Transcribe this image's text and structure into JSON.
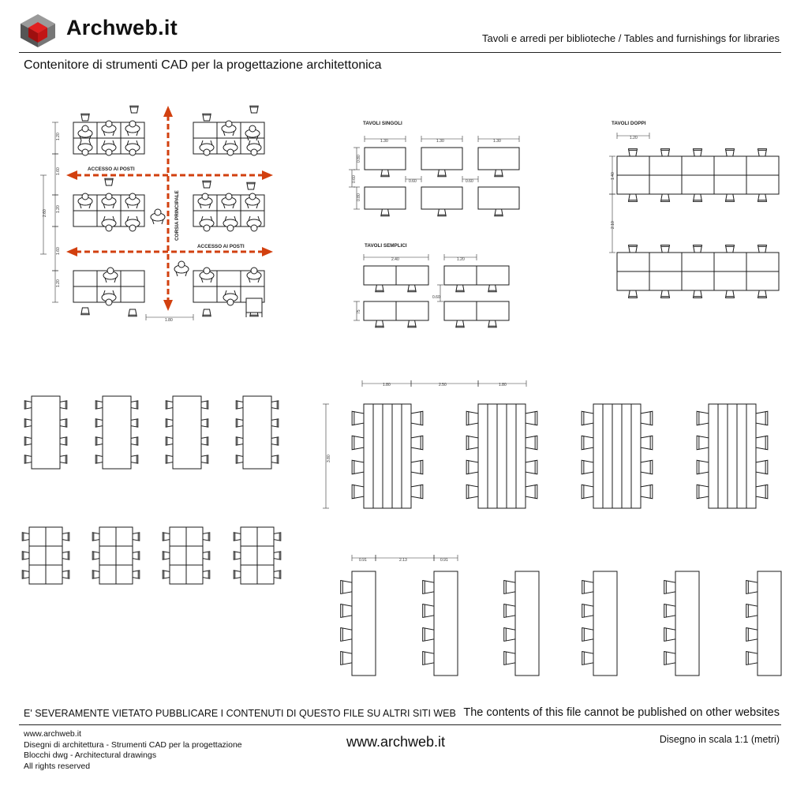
{
  "header": {
    "logo_text": "Archweb.it",
    "right_title": "Tavoli e arredi per biblioteche  /  Tables and furnishings for libraries",
    "subtitle": "Contenitore di strumenti CAD per la progettazione architettonica"
  },
  "plan": {
    "corsia": "CORSIA PRINCIPALE",
    "accesso_top": "ACCESSO AI POSTI",
    "accesso_bottom": "ACCESSO AI POSTI",
    "dims_v": [
      "1.20",
      "1.60",
      "1.20",
      "2.60",
      "1.60",
      "1.20"
    ],
    "dim_bottom": "1.80",
    "arrow_color": "#d2400f"
  },
  "labels": {
    "tavoli_singoli": "TAVOLI SINGOLI",
    "tavoli_doppi": "TAVOLI DOPPI",
    "tavoli_semplici": "TAVOLI SEMPLICI"
  },
  "dims": {
    "singoli_w": [
      "1.30",
      "1.30",
      "1.30"
    ],
    "singoli_h": [
      "0.80",
      "0.60",
      "0.80"
    ],
    "singoli_gap": [
      "0.60",
      "0.60"
    ],
    "doppi_w": "1.20",
    "doppi_h": [
      "1.40",
      "2.10"
    ],
    "semplici_w": [
      "2.40",
      "1.20"
    ],
    "semplici_h": [
      "0.60",
      "75"
    ],
    "big_tables": [
      "1.80",
      "2.50",
      "1.80"
    ],
    "big_h": "3.80",
    "narrow_tables": [
      "0.91",
      "2.13",
      "0.91"
    ]
  },
  "footer": {
    "warning_it": "E' SEVERAMENTE VIETATO PUBBLICARE I CONTENUTI DI QUESTO FILE SU ALTRI SITI WEB",
    "warning_en": "The contents of this file cannot be published on other websites",
    "left_lines": [
      "www.archweb.it",
      "Disegni di architettura - Strumenti CAD  per la progettazione",
      "Blocchi dwg - Architectural drawings",
      "All rights reserved"
    ],
    "center": "www.archweb.it",
    "right": "Disegno in scala 1:1 (metri)"
  }
}
